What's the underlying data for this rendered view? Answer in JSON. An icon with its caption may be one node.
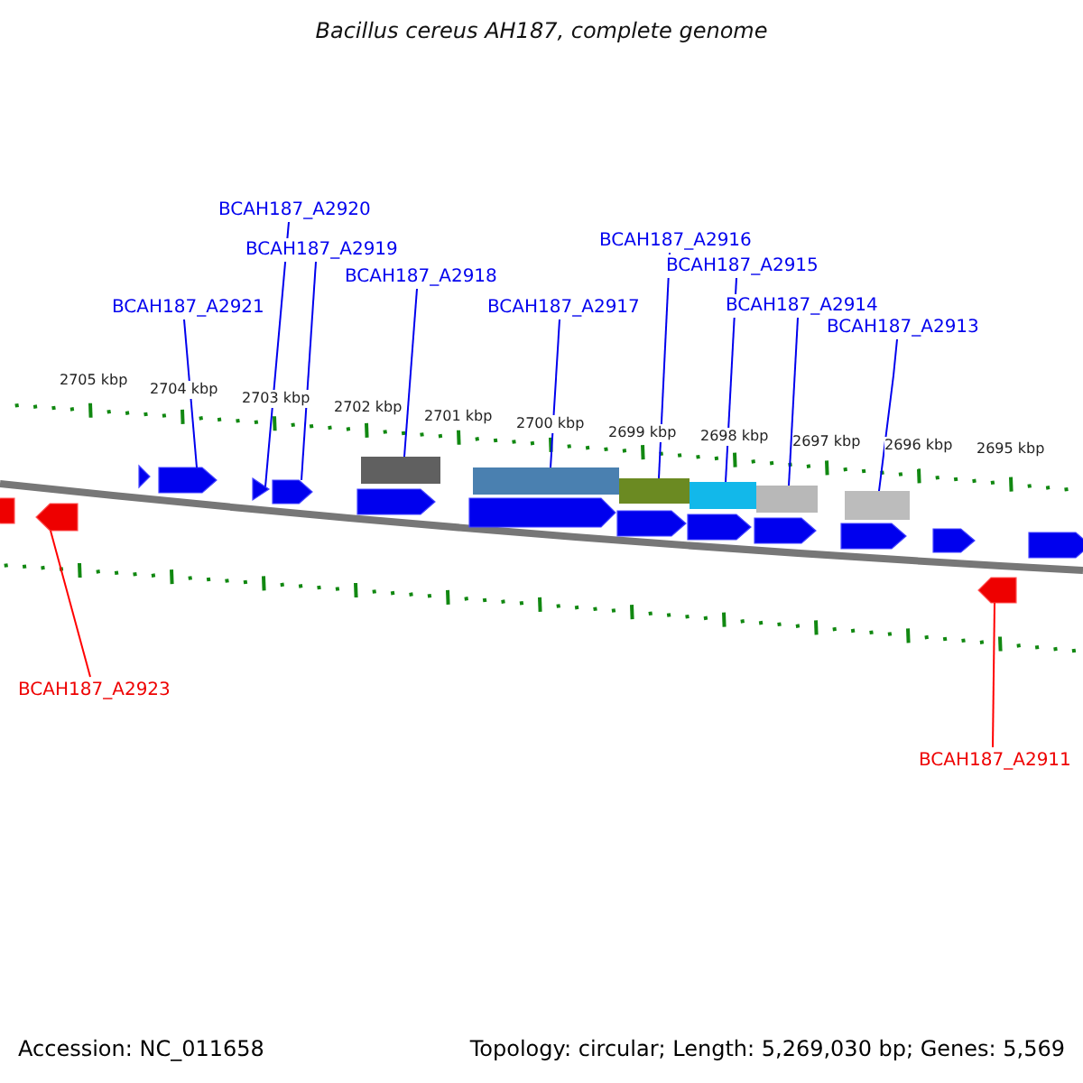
{
  "diagram": {
    "title": "Bacillus cereus AH187, complete genome",
    "nodes": [
      {
        "text": [
          "BCAH187_A2921"
        ]
      },
      {
        "text": [
          "BCAH187_A2920"
        ]
      },
      {
        "text": [
          "BCAH187_A2919"
        ]
      },
      {
        "text": [
          "BCAH187_A2918"
        ]
      },
      {
        "text": [
          "BCAH187_A2917"
        ]
      },
      {
        "text": [
          "BCAH187_A2916"
        ]
      },
      {
        "text": [
          "BCAH187_A2915"
        ]
      },
      {
        "text": [
          "BCAH187_A2914"
        ]
      },
      {
        "text": [
          "BCAH187_A2913"
        ]
      },
      {
        "text": [
          "BCAH187_A2923"
        ]
      },
      {
        "text": [
          "BCAH187_A2911"
        ]
      },
      {
        "text": [],
        "shape": "pentagon"
      },
      {
        "text": [],
        "shape": "pentagon"
      },
      {
        "text": [],
        "shape": "pentagon"
      },
      {
        "text": [],
        "shape": "bar"
      },
      {
        "text": [],
        "shape": "bar"
      },
      {
        "text": [],
        "shape": "bar"
      },
      {
        "text": [],
        "shape": "bar"
      },
      {
        "text": [],
        "shape": "bar"
      },
      {
        "text": [],
        "shape": "bar"
      },
      {
        "text": [],
        "shape": "pentagon"
      },
      {
        "text": [],
        "shape": "pentagon"
      }
    ],
    "edges": [
      {
        "from": 0,
        "to": 11,
        "arrow": "none"
      },
      {
        "from": 1,
        "to": 12,
        "arrow": "none"
      },
      {
        "from": 2,
        "to": 13,
        "arrow": "none"
      },
      {
        "from": 3,
        "to": 14,
        "arrow": "none"
      },
      {
        "from": 4,
        "to": 15,
        "arrow": "none"
      },
      {
        "from": 5,
        "to": 16,
        "arrow": "none"
      },
      {
        "from": 6,
        "to": 17,
        "arrow": "none"
      },
      {
        "from": 7,
        "to": 18,
        "arrow": "none"
      },
      {
        "from": 8,
        "to": 19,
        "arrow": "none"
      },
      {
        "from": 9,
        "to": 20,
        "arrow": "none",
        "color": "#ff0000"
      },
      {
        "from": 10,
        "to": 21,
        "arrow": "none",
        "color": "#ff0000"
      }
    ],
    "labels": [
      "2705 kbp",
      "2704 kbp",
      "2703 kbp",
      "2702 kbp",
      "2701 kbp",
      "2700 kbp",
      "2699 kbp",
      "2698 kbp",
      "2697 kbp",
      "2696 kbp",
      "2695 kbp",
      "Accession: NC_011658",
      "Topology: circular; Length: 5,269,030 bp; Genes: 5,569"
    ]
  }
}
